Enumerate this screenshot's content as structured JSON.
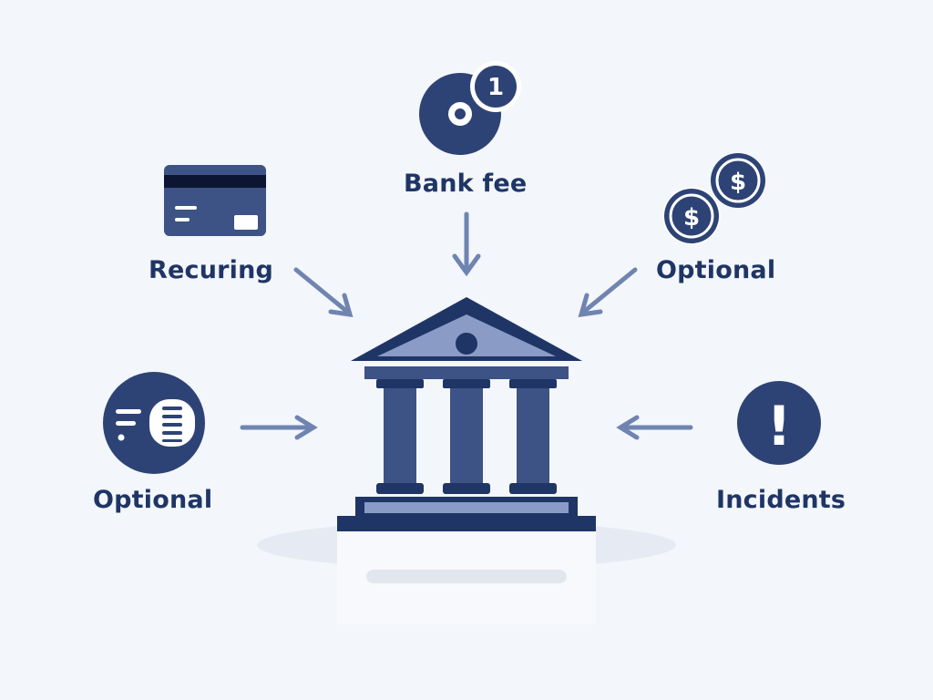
{
  "labels": {
    "bank_fee": "Bank fee",
    "recurring": "Recuring",
    "optional_right": "Optional",
    "optional_left": "Optional",
    "incidents": "Incidents"
  },
  "badges": {
    "count": "1",
    "dollar": "$",
    "exclamation": "!"
  },
  "colors": {
    "background": "#f3f6fa",
    "navy": "#1f3566",
    "icon_navy": "#2e4375",
    "column": "#3d5285",
    "roof_fill": "#8a9cc6",
    "arrow": "#6f84b0"
  }
}
